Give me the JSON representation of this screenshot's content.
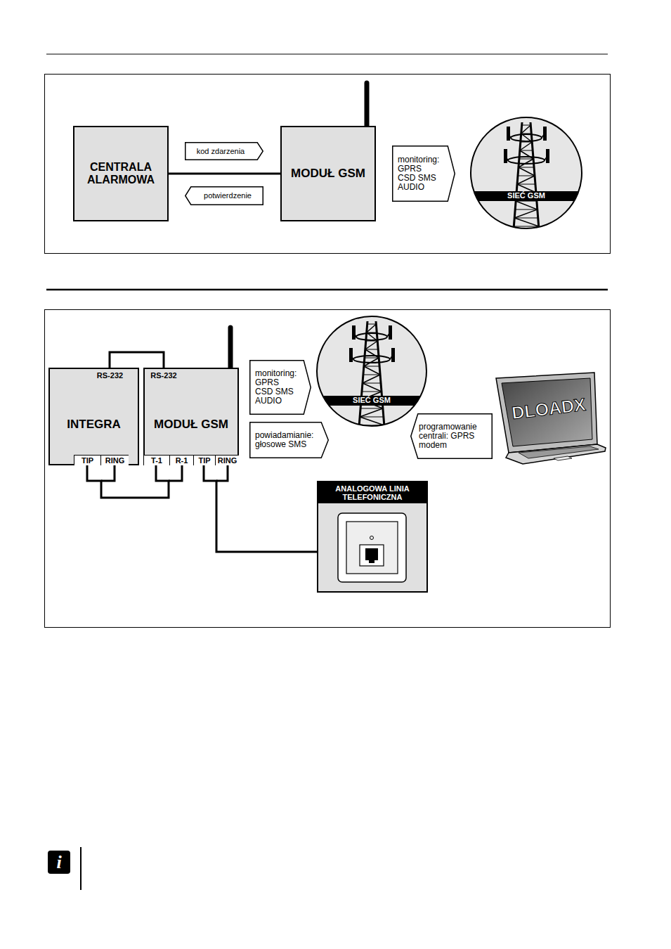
{
  "diagram": {
    "nodes": [
      {
        "text": [
          "CENTRALA ALARMOWA"
        ]
      },
      {
        "text": [
          "kod zdarzenia"
        ]
      },
      {
        "text": [
          "potwierdzenie"
        ]
      },
      {
        "text": [
          "MODUŁ GSM"
        ]
      },
      {
        "text": [
          "monitoring: GPRS CSD SMS AUDIO"
        ]
      },
      {
        "text": [
          "SIEĆ GSM"
        ]
      },
      {
        "text": [
          "INTEGRA"
        ]
      },
      {
        "text": [
          "MODUŁ GSM"
        ]
      },
      {
        "text": [
          "monitoring: GPRS CSD SMS AUDIO"
        ]
      },
      {
        "text": [
          "powiadamianie: głosowe SMS"
        ]
      },
      {
        "text": [
          "SIEĆ GSM"
        ]
      },
      {
        "text": [
          "programowanie centrali: GPRS modem"
        ]
      },
      {
        "text": [
          "DLOADX"
        ]
      },
      {
        "text": [
          "ANALOGOWA LINIA TELEFONICZNA"
        ]
      }
    ],
    "edges": [
      {
        "from": 0,
        "to": 3,
        "arrow": "none"
      },
      {
        "from": 6,
        "to": 7,
        "arrow": "none"
      },
      {
        "from": 6,
        "to": 7,
        "arrow": "none"
      },
      {
        "from": 7,
        "to": 13,
        "arrow": "none"
      }
    ],
    "labels": [
      "RS-232",
      "RS-232",
      "TIP",
      "RING",
      "T-1",
      "R-1",
      "TIP",
      "RING",
      "i"
    ]
  }
}
